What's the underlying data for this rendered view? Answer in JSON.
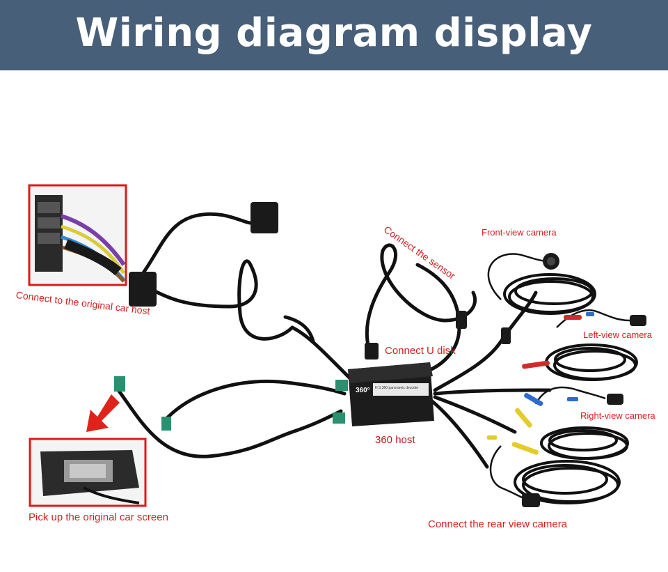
{
  "banner": {
    "title": "Wiring diagram display",
    "bg": "#485f7a"
  },
  "labels": {
    "original_host": "Connect to the original car host",
    "sensor": "Connect the sensor",
    "front_camera": "Front-view camera",
    "left_camera": "Left-view camera",
    "u_disk": "Connect U disk",
    "right_camera": "Right-view camera",
    "host_360": "360 host",
    "car_screen": "Pick up the original car screen",
    "rear_camera": "Connect the rear view camera"
  },
  "decoder": {
    "badge": "360°",
    "name": "H S 360 panoramic decoder"
  },
  "colors": {
    "label_red": "#d42020",
    "frame_red": "#e01818",
    "cable": "#111111",
    "arrow_red": "#e0231a"
  }
}
